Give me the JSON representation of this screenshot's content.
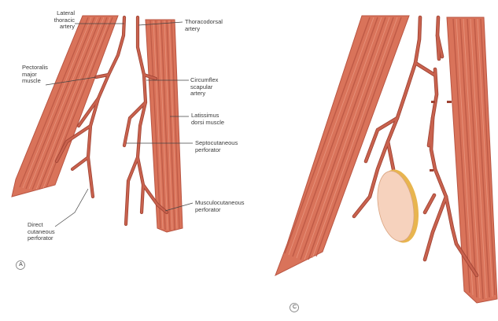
{
  "labels": {
    "lateral_thoracic_artery": "Lateral thoracic\nartery",
    "thoracodorsal_artery": "Thoracodorsal\nartery",
    "pectoralis_major_muscle": "Pectoralis\nmajor\nmuscle",
    "circumflex_scapular_artery": "Circumflex\nscapular\nartery",
    "latissimus_dorsi_muscle": "Latissimus\ndorsi muscle",
    "septocutaneous_perforator": "Septocutaneous\nperforator",
    "musculocutaneous_perforator": "Musculocutaneous\nperforator",
    "direct_cutaneous_perforator": "Direct\ncutaneous\nperforator"
  },
  "panels": {
    "left": "A",
    "right": "C"
  },
  "colors": {
    "muscle_fill": "#d9735a",
    "muscle_stripe": "#b95542",
    "artery": "#c9624e",
    "artery_outline": "#9e4232",
    "flap_fill": "#f6d2bd",
    "flap_edge": "#e8b54f",
    "leader": "#444444"
  }
}
